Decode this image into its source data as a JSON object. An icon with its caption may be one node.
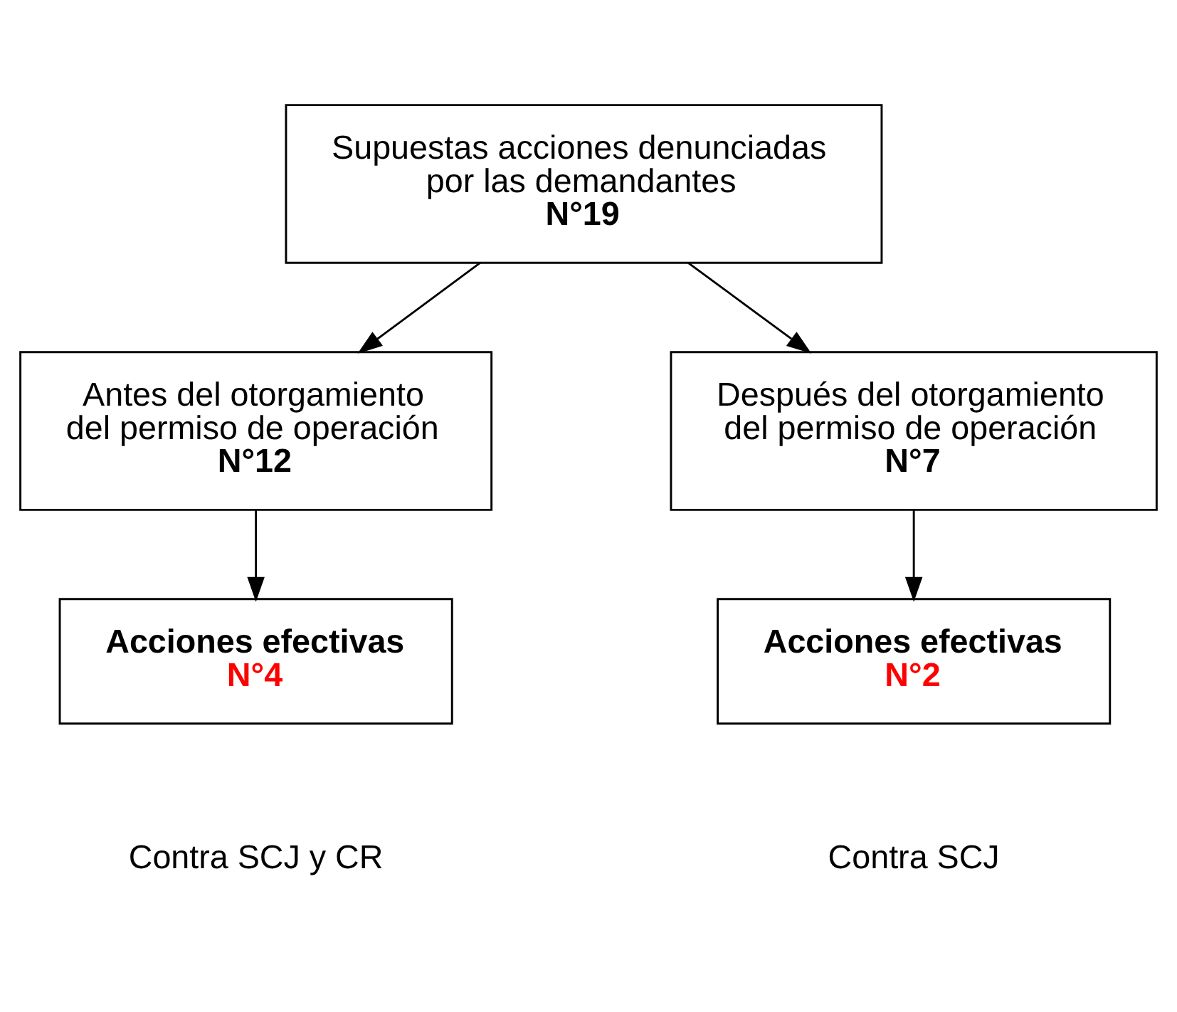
{
  "diagram": {
    "nodes": [
      {
        "text": [
          "Supuestas acciones denunciadas por las demandantes",
          "N°19"
        ]
      },
      {
        "text": [
          "Antes del otorgamiento del permiso de operación",
          "N°12"
        ]
      },
      {
        "text": [
          "Después del otorgamiento del permiso de operación",
          "N°7"
        ]
      },
      {
        "text": [
          "Acciones efectivas",
          "N°4"
        ]
      },
      {
        "text": [
          "Acciones efectivas",
          "N°2"
        ]
      }
    ],
    "edges": [
      {
        "from": 0,
        "to": 1,
        "arrow": "to"
      },
      {
        "from": 0,
        "to": 2,
        "arrow": "to"
      },
      {
        "from": 1,
        "to": 3,
        "arrow": "to"
      },
      {
        "from": 2,
        "to": 4,
        "arrow": "to"
      }
    ],
    "labels": [
      "Contra SCJ y CR",
      "Contra SCJ"
    ]
  }
}
